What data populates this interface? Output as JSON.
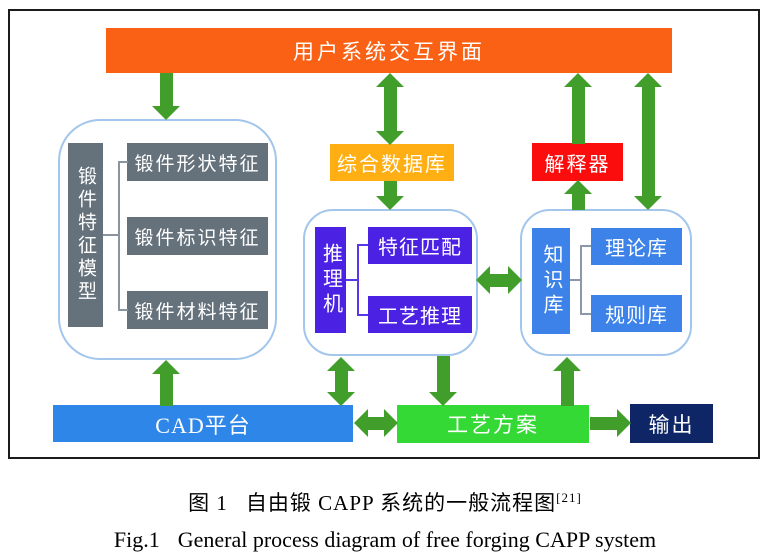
{
  "diagram": {
    "top_bar": "用户系统交互界面",
    "left_group": {
      "side_label": "锻件特征模型",
      "items": [
        "锻件形状特征",
        "锻件标识特征",
        "锻件材料特征"
      ]
    },
    "middle": {
      "db": "综合数据库",
      "side_label": "推理机",
      "items": [
        "特征匹配",
        "工艺推理"
      ]
    },
    "right": {
      "interpreter": "解释器",
      "side_label": "知识库",
      "items": [
        "理论库",
        "规则库"
      ]
    },
    "bottom": {
      "cad": "CAD平台",
      "plan": "工艺方案",
      "output": "输出"
    },
    "colors": {
      "top_bar": "#FA6115",
      "database": "#FFAF14",
      "interpreter": "#FB0D0D",
      "feature_boxes": "#65727C",
      "inference_boxes": "#4B22E3",
      "knowledge_boxes": "#3C82E8",
      "cad_bar": "#2E86E8",
      "plan_bar": "#35D935",
      "output_box": "#0E2566",
      "arrows": "#419E2A",
      "container_border": "#A3C6EC"
    }
  },
  "caption": {
    "zh_fig": "图 1",
    "zh_text": "自由锻 CAPP 系统的一般流程图",
    "zh_sup": "[21]",
    "en_fig": "Fig.1",
    "en_text": "General process diagram of free forging CAPP system"
  }
}
